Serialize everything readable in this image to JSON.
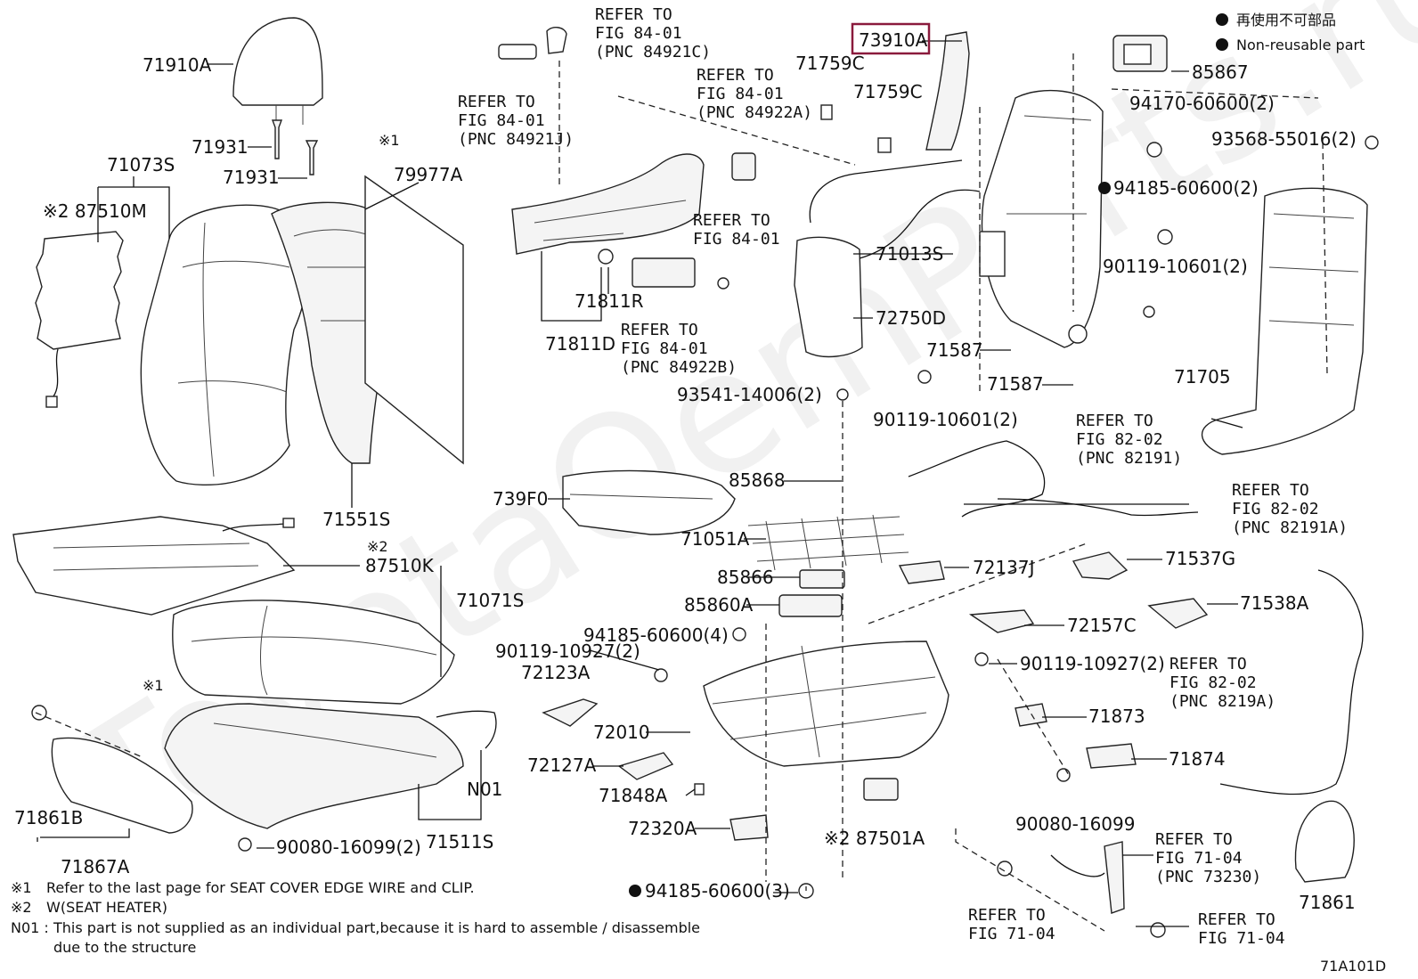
{
  "legend": {
    "item1": "再使用不可部品",
    "item2": "Non-reusable part"
  },
  "highlight_label": "73910A",
  "watermark": "ToyotaOemParts.ru",
  "parts": {
    "p71910A": "71910A",
    "p71931a": "71931",
    "p71931b": "71931",
    "mark1_top": "※1",
    "p71073S": "71073S",
    "p87510M": "※2 87510M",
    "p79977A": "79977A",
    "p71551S": "71551S",
    "p87510K_star": "※2",
    "p87510K": "87510K",
    "p71071S": "71071S",
    "mark1_mid": "※1",
    "p71861B": "71861B",
    "p71867A": "71867A",
    "p90080a": "90080-16099(2)",
    "p71511S": "71511S",
    "pN01": "N01",
    "p71811R": "71811R",
    "p71811D": "71811D",
    "p71759Ca": "71759C",
    "p71759Cb": "71759C",
    "p71013S": "71013S",
    "p72750D": "72750D",
    "p71587a": "71587",
    "p71587b": "71587",
    "p90119_10601a": "90119-10601(2)",
    "p93541": "93541-14006(2)",
    "p85867": "85867",
    "p94170": "94170-60600(2)",
    "p93568": "93568-55016(2)",
    "p94185a": "94185-60600(2)",
    "p90119_10601b": "90119-10601(2)",
    "p71705": "71705",
    "p739F0": "739F0",
    "p85868": "85868",
    "p71051A": "71051A",
    "p85866": "85866",
    "p85860A": "85860A",
    "p72137J": "72137J",
    "p71537G": "71537G",
    "p71538A": "71538A",
    "p72157C": "72157C",
    "p94185b": "94185-60600(4)",
    "p90119_10927a": "90119-10927(2)",
    "p72123A": "72123A",
    "p72010": "72010",
    "p72127A": "72127A",
    "p71848A": "71848A",
    "p72320A": "72320A",
    "p87501A": "※2 87501A",
    "p94185c": "94185-60600(3)",
    "p90119_10927b": "90119-10927(2)",
    "p71873": "71873",
    "p71874": "71874",
    "p90080b": "90080-16099",
    "p71861": "71861"
  },
  "refs": {
    "r84921C": [
      "REFER TO",
      "FIG 84-01",
      "(PNC 84921C)"
    ],
    "r84921J": [
      "REFER TO",
      "FIG 84-01",
      "(PNC 84921J)"
    ],
    "r84922A": [
      "REFER TO",
      "FIG 84-01",
      "(PNC 84922A)"
    ],
    "r84_01": [
      "REFER TO",
      "FIG 84-01"
    ],
    "r84922B": [
      "REFER TO",
      "FIG 84-01",
      "(PNC 84922B)"
    ],
    "r82191": [
      "REFER TO",
      "FIG 82-02",
      "(PNC 82191)"
    ],
    "r82191A": [
      "REFER TO",
      "FIG 82-02",
      "(PNC 82191A)"
    ],
    "r8219A": [
      "REFER TO",
      "FIG 82-02",
      "(PNC 8219A)"
    ],
    "r73230": [
      "REFER TO",
      "FIG 71-04",
      "(PNC 73230)"
    ],
    "r71_04a": [
      "REFER TO",
      "FIG 71-04"
    ],
    "r71_04b": [
      "REFER TO",
      "FIG 71-04"
    ]
  },
  "notes": [
    {
      "mark": "※1",
      "text": "Refer to the last page for SEAT COVER EDGE WIRE and CLIP."
    },
    {
      "mark": "※2",
      "text": "W(SEAT HEATER)"
    },
    {
      "mark": "N01 :",
      "text": "This part is not supplied as an individual part,because it is hard to assemble / disassemble"
    },
    {
      "mark": "",
      "text": "due to the structure"
    }
  ],
  "figure_code": "71A101D"
}
